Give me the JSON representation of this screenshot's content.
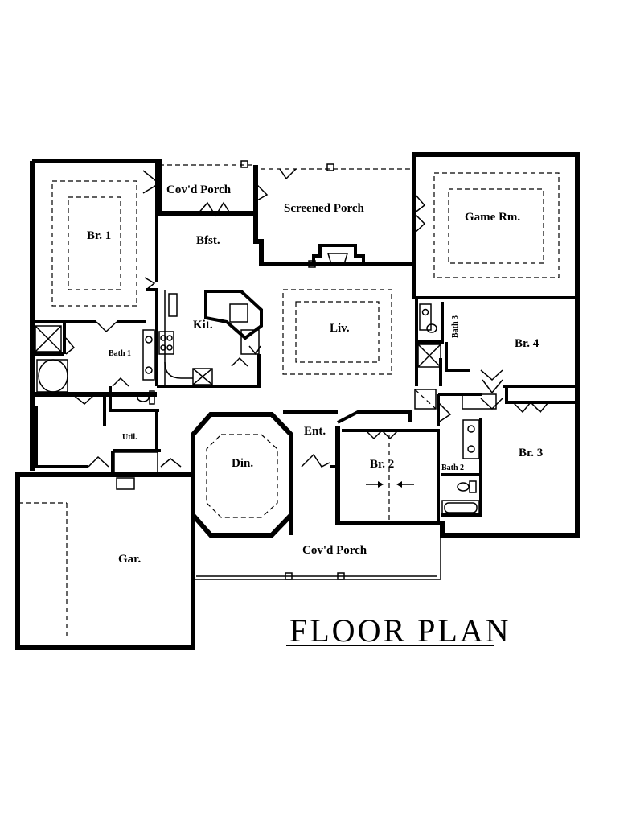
{
  "plan": {
    "title": "FLOOR PLAN",
    "rooms": {
      "br1": "Br. 1",
      "covd_porch_top": "Cov'd Porch",
      "screened_porch": "Screened Porch",
      "game_rm": "Game Rm.",
      "bfst": "Bfst.",
      "kit": "Kit.",
      "liv": "Liv.",
      "bath1": "Bath 1",
      "bath3": "Bath 3",
      "br4": "Br. 4",
      "util": "Util.",
      "ent": "Ent.",
      "din": "Din.",
      "br2": "Br. 2",
      "bath2": "Bath 2",
      "br3": "Br. 3",
      "gar": "Gar.",
      "covd_porch_bottom": "Cov'd Porch"
    }
  }
}
